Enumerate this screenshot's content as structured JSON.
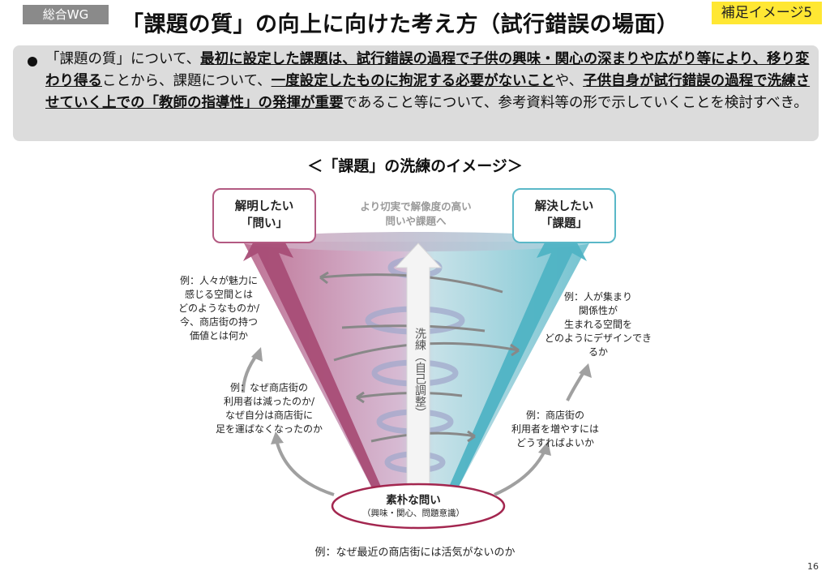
{
  "header": {
    "tag": "総合WG",
    "title": "「課題の質」の向上に向けた考え方（試行錯誤の場面）",
    "supplement_label": "補足イメージ5"
  },
  "summary": {
    "segments": [
      {
        "t": "「課題の質」について、",
        "b": false
      },
      {
        "t": "最初に設定した課題は、試行錯誤の過程で子供の興味・関心の深まりや広がり等により、移り変わり得る",
        "b": true
      },
      {
        "t": "ことから、課題について、",
        "b": false
      },
      {
        "t": "一度設定したものに拘泥する必要がないこと",
        "b": true
      },
      {
        "t": "や、",
        "b": false
      },
      {
        "t": "子供自身が試行錯誤の過程で洗練させていく上での「教師の指導性」の発揮が重要",
        "b": true
      },
      {
        "t": "であること等について、参考資料等の形で示していくことを検討すべき。",
        "b": false
      }
    ]
  },
  "diagram": {
    "title": "＜「課題」の洗練のイメージ＞",
    "left_box": {
      "line1": "解明したい",
      "line2": "「問い」"
    },
    "right_box": {
      "line1": "解決したい",
      "line2": "「課題」"
    },
    "top_caption": "より切実で解像度の高い\n問いや課題へ",
    "refine_label": "洗練（自己調整）",
    "left_example_upper": "例：人々が魅力に\n感じる空間とは\nどのようなものか/\n今、商店街の持つ\n価値とは何か",
    "left_example_lower": "例：なぜ商店街の\n利用者は減ったのか/\nなぜ自分は商店街に\n足を運ばなくなったのか",
    "right_example_upper": "例：人が集まり\n関係性が\n生まれる空間を\nどのようにデザインでき\nるか",
    "right_example_lower": "例：商店街の\n利用者を増やすには\nどうすればよいか",
    "base_title": "素朴な問い",
    "base_sub": "（興味・関心、問題意識）",
    "bottom_example": "例：なぜ最近の商店街には活気がないのか",
    "colors": {
      "left": "#b35a82",
      "right": "#5ab8c8",
      "arrow": "#9a9a9a"
    }
  },
  "page_number": "16"
}
